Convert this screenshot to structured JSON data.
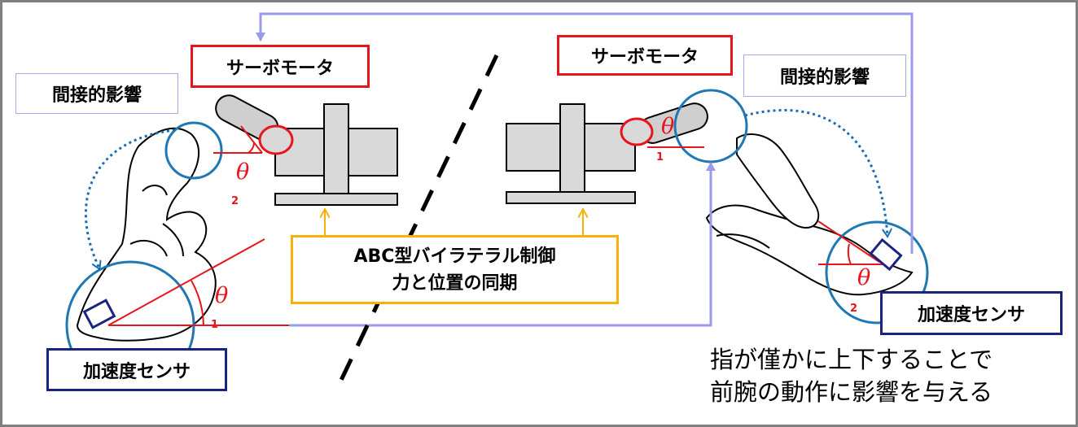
{
  "labels": {
    "servo_motor": "サーボモータ",
    "indirect_effect": "間接的影響",
    "acceleration_sensor": "加速度センサ",
    "abc_line1": "ABC型バイラテラル制御",
    "abc_line2": "力と位置の同期",
    "note_line1": "指が僅かに上下することで",
    "note_line2": "前腕の動作に影響を与える"
  },
  "symbols": {
    "theta": "θ",
    "index_1": "1",
    "index_2": "2"
  },
  "colors": {
    "servo_red": "#e8141b",
    "sensor_navy": "#1a237e",
    "link_lavender": "#9999ee",
    "abc_amber": "#f7b10a",
    "circle_blue": "#1f78b4",
    "dotted_blue": "#1a6db5",
    "motor_gray": "#d9d9d9"
  }
}
